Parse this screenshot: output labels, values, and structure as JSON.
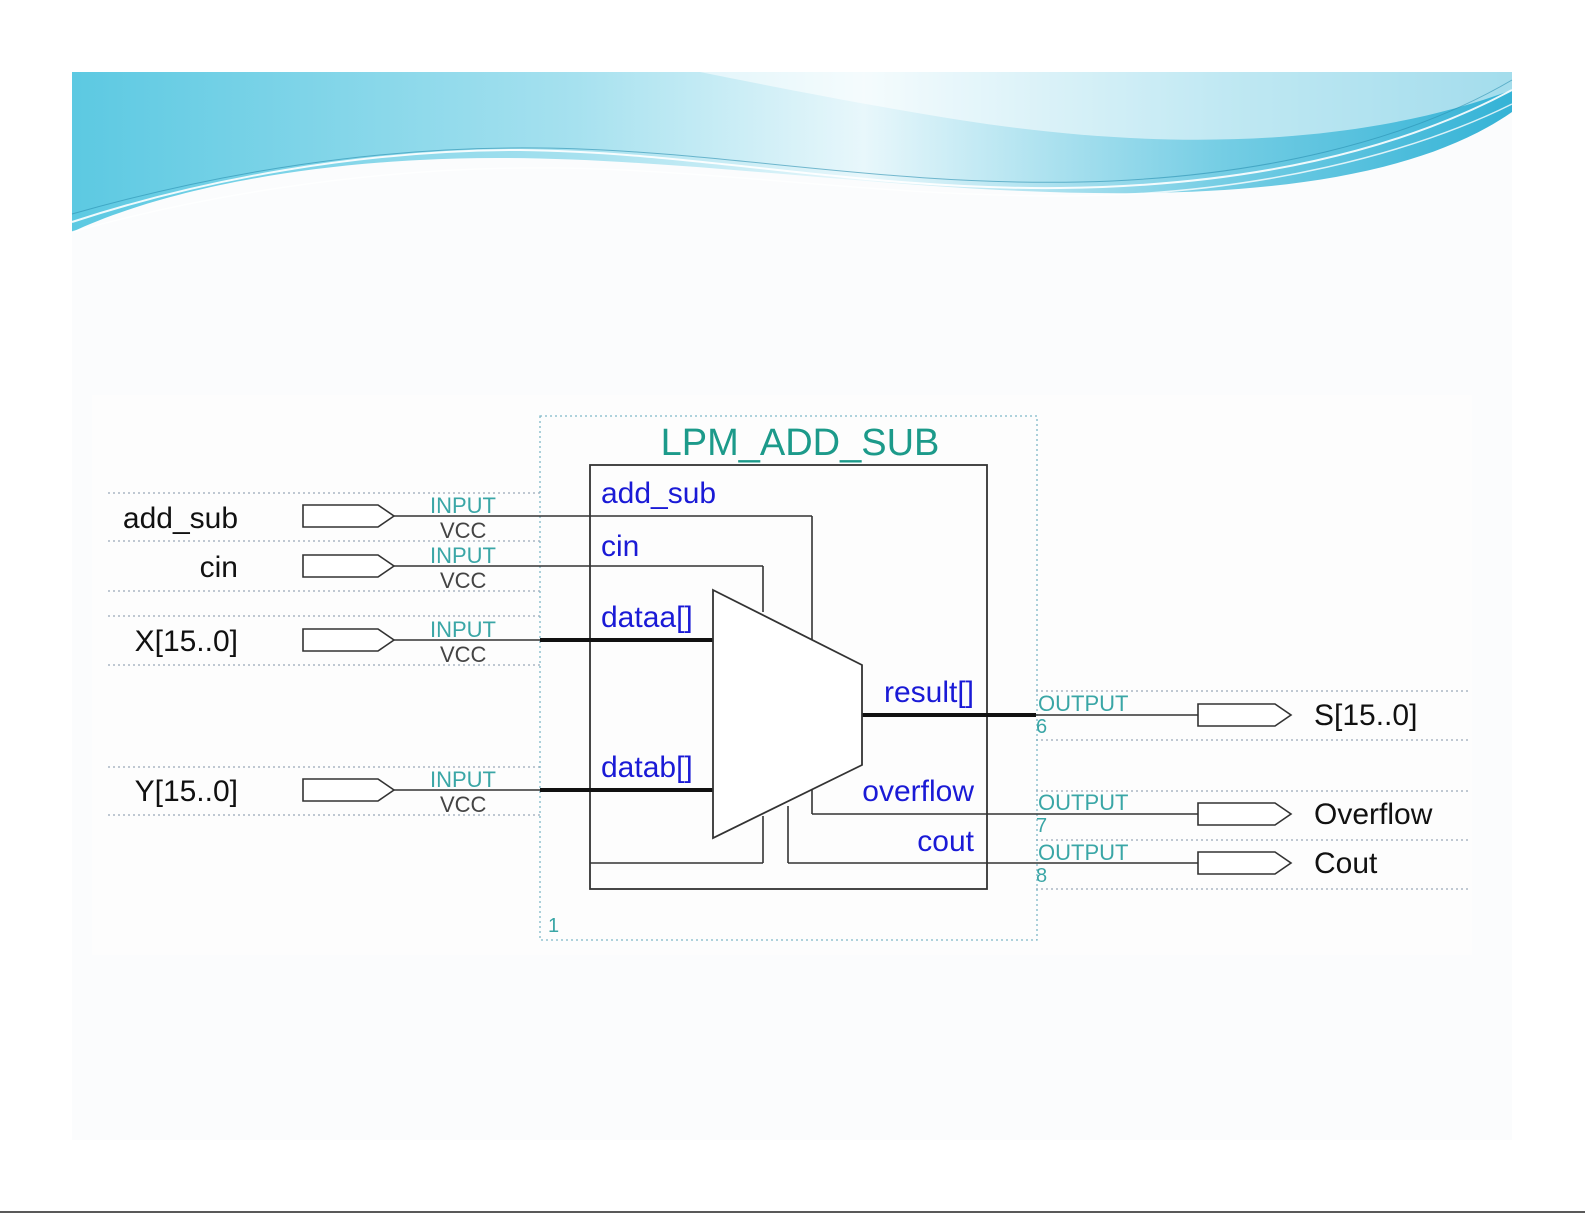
{
  "block": {
    "title": "LPM_ADD_SUB",
    "instance_number": "1",
    "ports": {
      "add_sub": "add_sub",
      "cin": "cin",
      "dataa": "dataa[]",
      "datab": "datab[]",
      "result": "result[]",
      "overflow": "overflow",
      "cout": "cout"
    }
  },
  "inputs": [
    {
      "name": "add_sub",
      "type": "INPUT",
      "default": "VCC"
    },
    {
      "name": "cin",
      "type": "INPUT",
      "default": "VCC"
    },
    {
      "name": "X[15..0]",
      "type": "INPUT",
      "default": "VCC"
    },
    {
      "name": "Y[15..0]",
      "type": "INPUT",
      "default": "VCC"
    }
  ],
  "outputs": [
    {
      "name": "S[15..0]",
      "type": "OUTPUT",
      "pin": "6"
    },
    {
      "name": "Overflow",
      "type": "OUTPUT",
      "pin": "7"
    },
    {
      "name": "Cout",
      "type": "OUTPUT",
      "pin": "8"
    }
  ],
  "colors": {
    "banner_light": "#e6f7fb",
    "banner_mid": "#7fd0e6",
    "banner_dark": "#2fb6d6",
    "port_text": "#1a1ad6",
    "block_title": "#1c9a8a",
    "tag_text": "#3aa6a6"
  }
}
